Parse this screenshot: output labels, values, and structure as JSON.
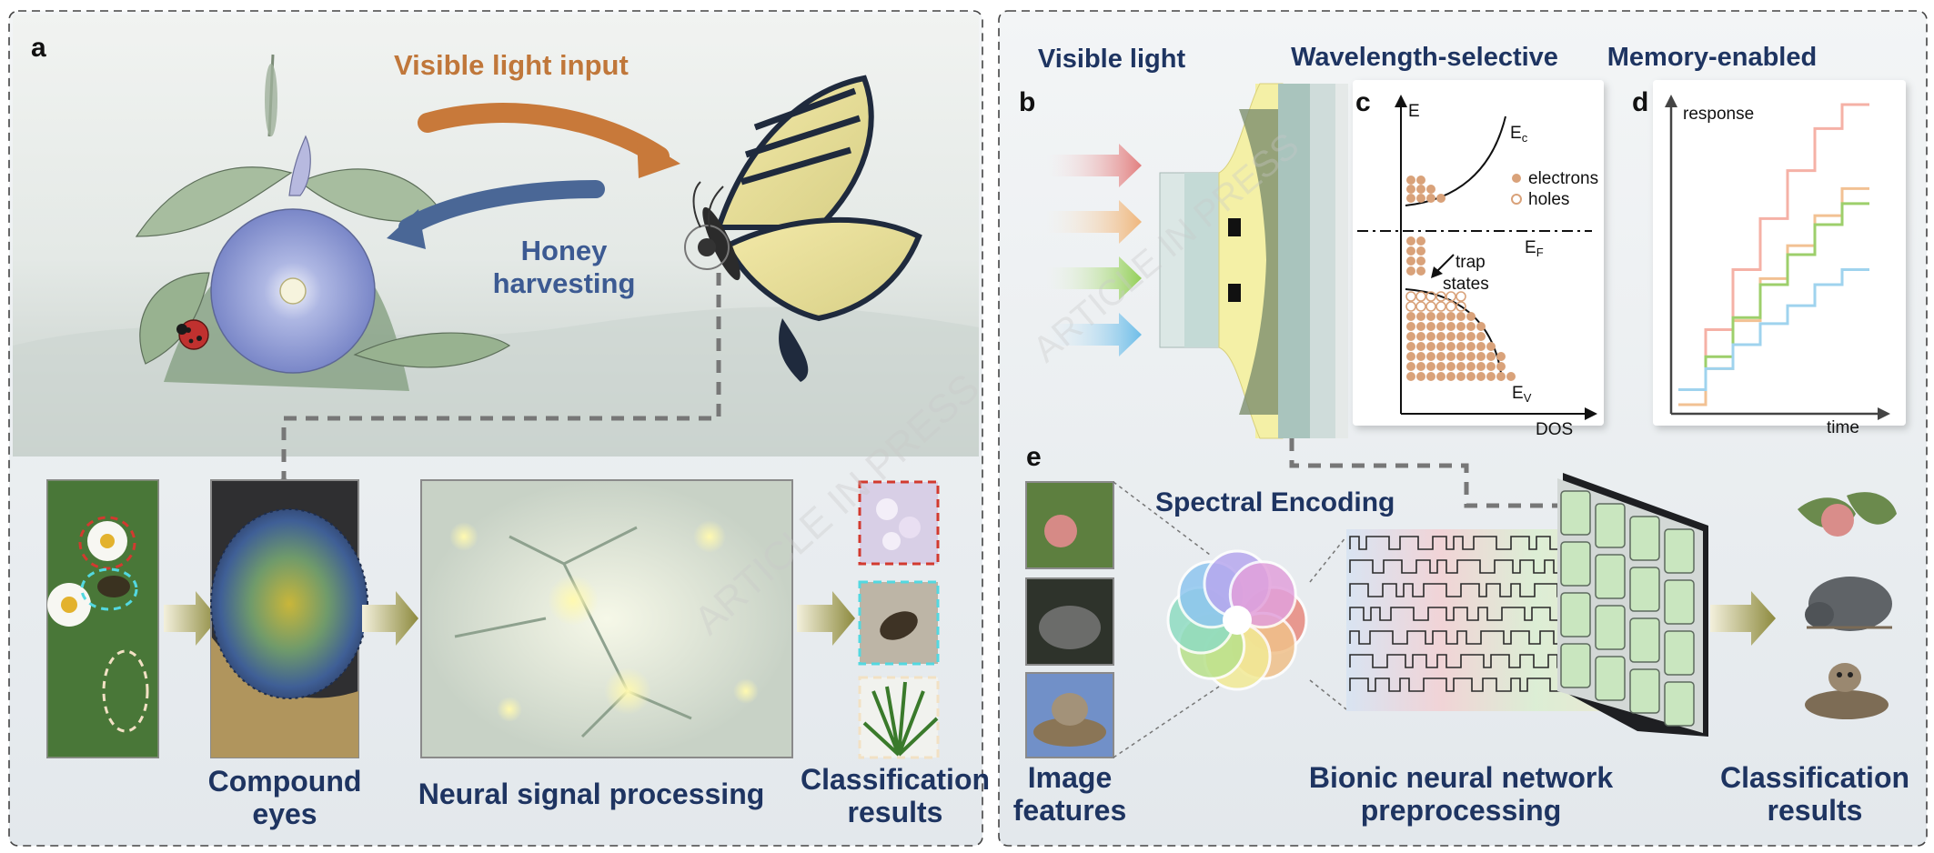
{
  "panel_a": {
    "letter": "a",
    "arrow_label": "Visible light input",
    "return_label_line1": "Honey",
    "return_label_line2": "harvesting",
    "caption_compound_line1": "Compound",
    "caption_compound_line2": "eyes",
    "caption_neural": "Neural signal processing",
    "caption_results_line1": "Classification",
    "caption_results_line2": "results"
  },
  "panel_b": {
    "letter": "b",
    "heading": "Visible light"
  },
  "panel_c": {
    "letter": "c",
    "heading": "Wavelength-selective",
    "y_axis": "E",
    "x_axis": "DOS",
    "conduction_band": "E",
    "conduction_sub": "c",
    "fermi_level": "E",
    "fermi_sub": "F",
    "valence_band": "E",
    "valence_sub": "V",
    "legend_electrons": "electrons",
    "legend_holes": "holes",
    "trap_line1": "trap",
    "trap_line2": "states"
  },
  "panel_d": {
    "letter": "d",
    "heading": "Memory-enabled",
    "y_axis": "response",
    "x_axis": "time",
    "chart_data": {
      "type": "line",
      "description_free": true,
      "series": [
        {
          "color": "#f5b1a6",
          "values": [
            0.05,
            0.25,
            0.45,
            0.62,
            0.78,
            0.92,
            1.0
          ]
        },
        {
          "color": "#f2c193",
          "values": [
            0.0,
            0.12,
            0.28,
            0.42,
            0.53,
            0.63,
            0.72
          ]
        },
        {
          "color": "#9dcf6b",
          "values": [
            0.05,
            0.16,
            0.29,
            0.4,
            0.5,
            0.6,
            0.67
          ]
        },
        {
          "color": "#9fd3ee",
          "values": [
            0.05,
            0.12,
            0.2,
            0.27,
            0.33,
            0.4,
            0.45
          ]
        }
      ]
    }
  },
  "panel_e": {
    "letter": "e",
    "encoding_label": "Spectral Encoding",
    "caption_features_line1": "Image",
    "caption_features_line2": "features",
    "caption_bionic_line1": "Bionic neural network",
    "caption_bionic_line2": "preprocessing",
    "caption_results_line1": "Classification",
    "caption_results_line2": "results"
  },
  "watermark": "ARTICLE IN PRESS",
  "colors": {
    "heading": "#1e3461",
    "orange_arrow": "#c8793a",
    "blue_arrow": "#4a6796",
    "fermi_line": "#111111",
    "carrier": "#d9a27a"
  }
}
